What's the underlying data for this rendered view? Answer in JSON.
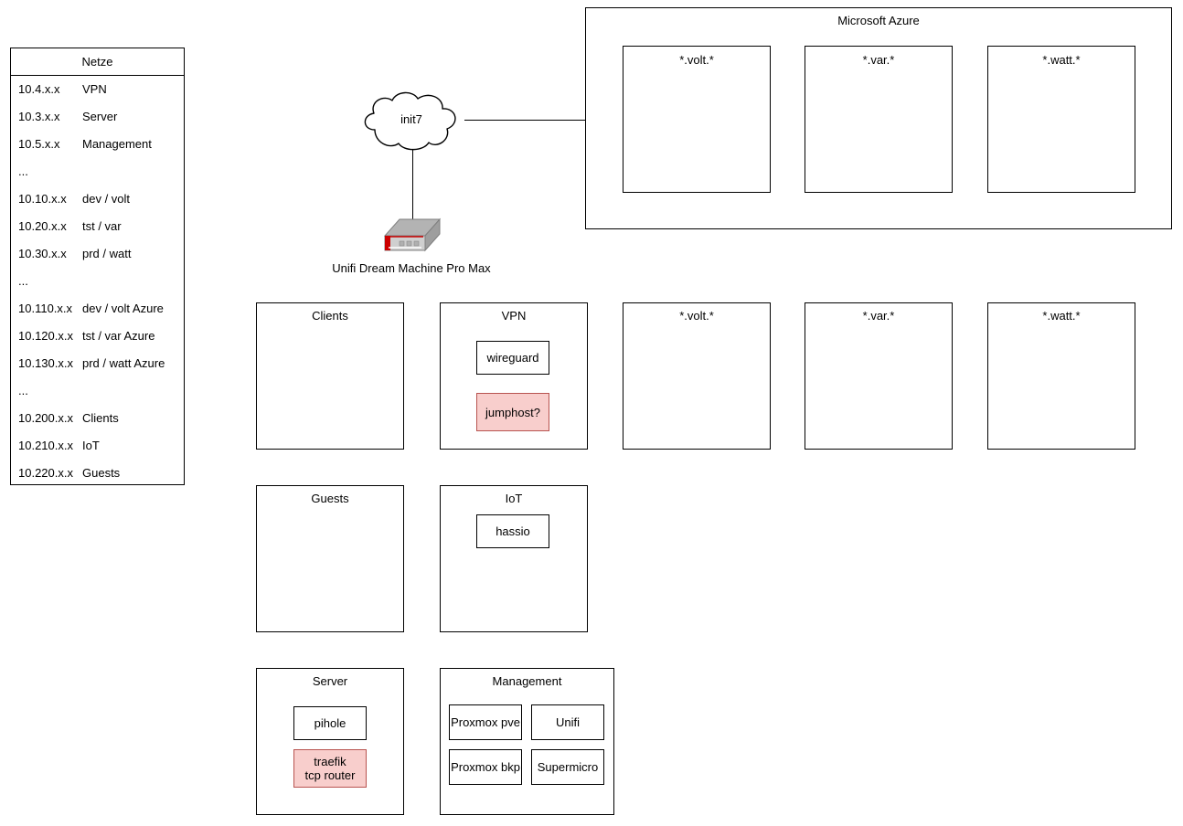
{
  "diagram": {
    "legend": {
      "title": "Netze",
      "rows": [
        {
          "cidr": "10.4.x.x",
          "name": "VPN"
        },
        {
          "cidr": "10.3.x.x",
          "name": "Server"
        },
        {
          "cidr": "10.5.x.x",
          "name": "Management"
        },
        {
          "cidr": "...",
          "name": ""
        },
        {
          "cidr": "10.10.x.x",
          "name": "dev / volt"
        },
        {
          "cidr": "10.20.x.x",
          "name": "tst / var"
        },
        {
          "cidr": "10.30.x.x",
          "name": "prd / watt"
        },
        {
          "cidr": "...",
          "name": ""
        },
        {
          "cidr": "10.110.x.x",
          "name": "dev / volt Azure"
        },
        {
          "cidr": "10.120.x.x",
          "name": "tst / var Azure"
        },
        {
          "cidr": "10.130.x.x",
          "name": "prd / watt Azure"
        },
        {
          "cidr": "...",
          "name": ""
        },
        {
          "cidr": "10.200.x.x",
          "name": "Clients"
        },
        {
          "cidr": "10.210.x.x",
          "name": "IoT"
        },
        {
          "cidr": "10.220.x.x",
          "name": "Guests"
        }
      ]
    },
    "cloud": {
      "label": "init7",
      "icon": "cloud-icon"
    },
    "router": {
      "label": "Unifi Dream Machine Pro Max",
      "icon": "router-device-icon",
      "colors": {
        "top": "#b3b3b3",
        "front": "#cccccc",
        "side": "#999999",
        "accent": "#cc0000"
      }
    },
    "azure": {
      "title": "Microsoft Azure",
      "environments": [
        {
          "title": "*.volt.*"
        },
        {
          "title": "*.var.*"
        },
        {
          "title": "*.watt.*"
        }
      ]
    },
    "networks": [
      {
        "title": "Clients",
        "nodes": []
      },
      {
        "title": "VPN",
        "nodes": [
          {
            "label": "wireguard",
            "highlight": false
          },
          {
            "label": "jumphost?",
            "highlight": true
          }
        ]
      },
      {
        "title": "*.volt.*",
        "nodes": []
      },
      {
        "title": "*.var.*",
        "nodes": []
      },
      {
        "title": "*.watt.*",
        "nodes": []
      },
      {
        "title": "Guests",
        "nodes": []
      },
      {
        "title": "IoT",
        "nodes": [
          {
            "label": "hassio",
            "highlight": false
          }
        ]
      },
      {
        "title": "Server",
        "nodes": [
          {
            "label": "pihole",
            "highlight": false
          },
          {
            "label": "traefik\ntcp router",
            "highlight": true
          }
        ]
      },
      {
        "title": "Management",
        "nodes": [
          {
            "label": "Proxmox pve",
            "highlight": false
          },
          {
            "label": "Unifi",
            "highlight": false
          },
          {
            "label": "Proxmox bkp",
            "highlight": false
          },
          {
            "label": "Supermicro",
            "highlight": false
          }
        ]
      }
    ],
    "colors": {
      "stroke": "#000000",
      "background": "#ffffff",
      "highlight_fill": "#f8cecc",
      "highlight_stroke": "#b85450"
    }
  }
}
